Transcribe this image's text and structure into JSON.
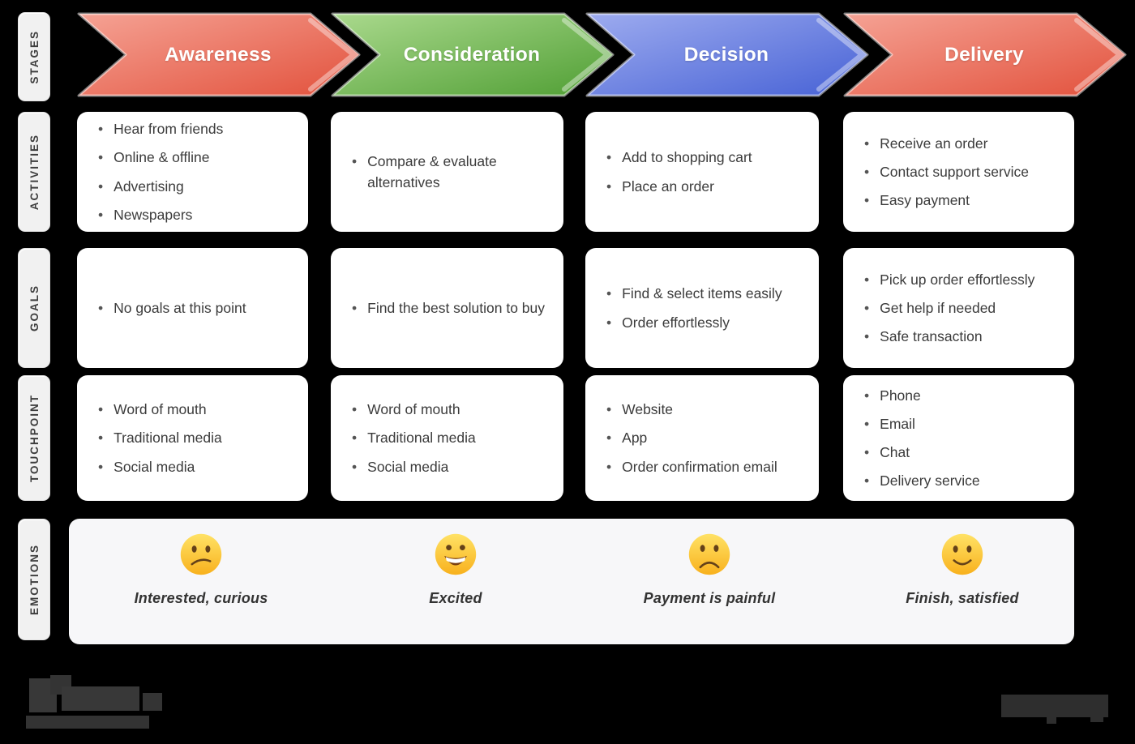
{
  "palette": {
    "background": "#000000",
    "card": "#ffffff",
    "emotions_band": "#f7f7f9",
    "row_label_bg": "#f1f1f1",
    "row_label_text": "#3d3d3d",
    "body_text": "#3b3b3b",
    "stage_text": "#ffffff",
    "stage_red_light": "#f5a294",
    "stage_red_dark": "#e2513c",
    "stage_green_light": "#aad98d",
    "stage_green_dark": "#4f9e33",
    "stage_blue_light": "#9dabef",
    "stage_blue_dark": "#4661d5",
    "emoji_yellow_light": "#ffe266",
    "emoji_yellow_dark": "#f8b11d"
  },
  "row_labels": {
    "stages": "STAGES",
    "activities": "ACTIVITIES",
    "goals": "GOALS",
    "touchpoint": "TOUCHPOINT",
    "emotions": "EMOTIONS"
  },
  "stages": [
    {
      "label": "Awareness",
      "color": "red"
    },
    {
      "label": "Consideration",
      "color": "green"
    },
    {
      "label": "Decision",
      "color": "blue"
    },
    {
      "label": "Delivery",
      "color": "red"
    }
  ],
  "activities": [
    [
      "Hear from friends",
      "Online & offline",
      "Advertising",
      "Newspapers"
    ],
    [
      "Compare & evaluate alternatives"
    ],
    [
      "Add to shopping cart",
      "Place an order"
    ],
    [
      "Receive an order",
      "Contact support service",
      "Easy payment"
    ]
  ],
  "goals": [
    [
      "No goals at this point"
    ],
    [
      "Find the best solution to buy"
    ],
    [
      "Find & select items easily",
      "Order effortlessly"
    ],
    [
      "Pick up order effortlessly",
      "Get help if needed",
      "Safe transaction"
    ]
  ],
  "touchpoints": [
    [
      "Word of mouth",
      "Traditional media",
      "Social media"
    ],
    [
      "Word of mouth",
      "Traditional media",
      "Social media"
    ],
    [
      "Website",
      "App",
      "Order confirmation email"
    ],
    [
      "Phone",
      "Email",
      "Chat",
      "Delivery service"
    ]
  ],
  "emotions": [
    {
      "icon": "confused-face-emoji",
      "label": "Interested, curious"
    },
    {
      "icon": "grinning-face-emoji",
      "label": "Excited"
    },
    {
      "icon": "frowning-face-emoji",
      "label": "Payment is painful"
    },
    {
      "icon": "slightly-smiling-face-emoji",
      "label": "Finish, satisfied"
    }
  ],
  "watermarks": {
    "left": "illegible dark wordmark",
    "right": "illegible dark wordmark"
  }
}
